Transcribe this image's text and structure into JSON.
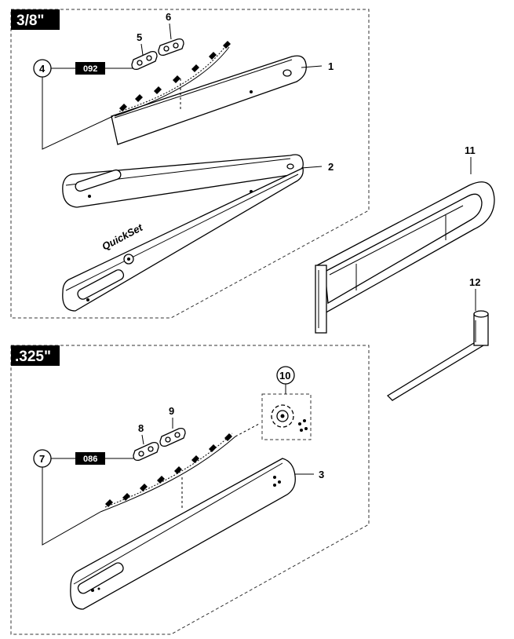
{
  "sections": {
    "top": {
      "label": "3/8\""
    },
    "bottom": {
      "label": ".325\""
    }
  },
  "tags": {
    "top_chain_code": "092",
    "bottom_chain_code": "086"
  },
  "callouts": {
    "c1": "1",
    "c2": "2",
    "c3": "3",
    "c4": "4",
    "c5": "5",
    "c6": "6",
    "c7": "7",
    "c8": "8",
    "c9": "9",
    "c10": "10",
    "c11": "11",
    "c12": "12"
  },
  "bar_brand": "QuickSet"
}
